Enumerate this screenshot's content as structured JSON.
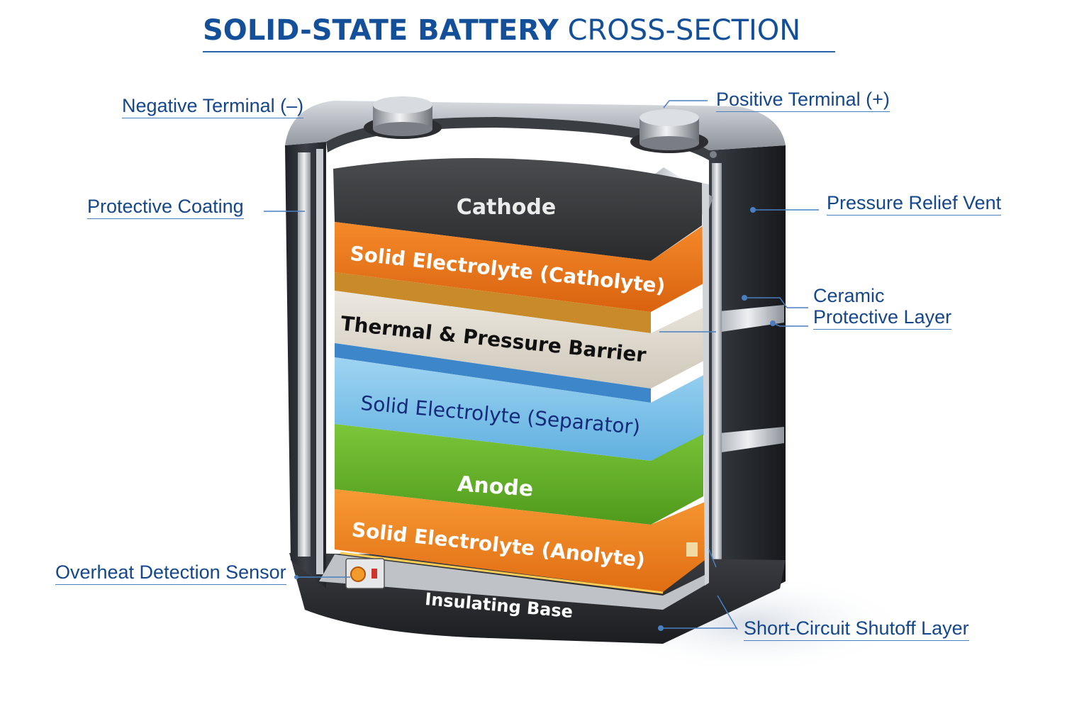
{
  "title": {
    "bold_part": "SOLID-STATE BATTERY",
    "regular_part": "CROSS-SECTION"
  },
  "layers": {
    "cathode": "Cathode",
    "catholyte": "Solid Electrolyte (Catholyte)",
    "barrier": "Thermal & Pressure Barrier",
    "separator": "Solid Electrolyte (Separator)",
    "anode": "Anode",
    "anolyte": "Solid Electrolyte (Anolyte)",
    "base": "Insulating Base"
  },
  "callouts": {
    "negative_terminal": "Negative Terminal (–)",
    "positive_terminal": "Positive Terminal (+)",
    "protective_coating": "Protective Coating",
    "pressure_relief_vent": "Pressure Relief Vent",
    "ceramic_line1": "Ceramic",
    "ceramic_line2": "Protective Layer",
    "overheat_sensor": "Overheat Detection Sensor",
    "short_circuit": "Short-Circuit Shutoff Layer"
  },
  "colors": {
    "title": "#14509a",
    "label": "#14478c",
    "leader": "#4a7fc0",
    "cathode": "#3a3b3d",
    "catholyte": "#ee7a1c",
    "barrier": "#e3ddd2",
    "separator": "#7fc3ec",
    "anode": "#69b52c",
    "anolyte": "#f08a22",
    "casing": "#2c2f34"
  }
}
